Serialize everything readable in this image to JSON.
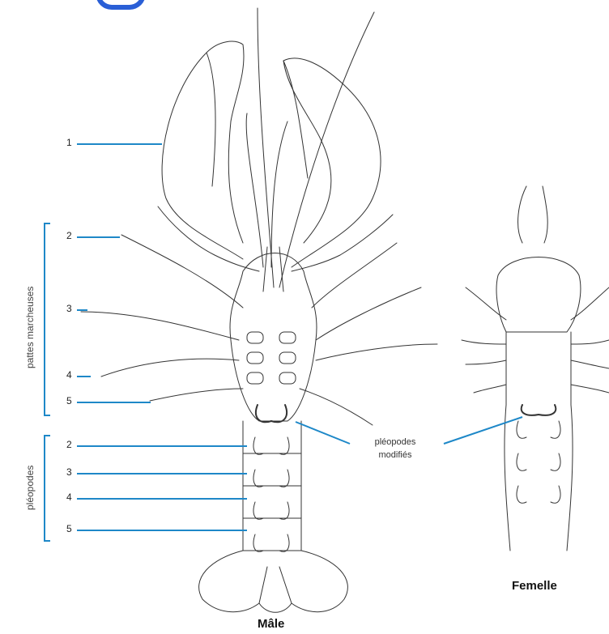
{
  "labels": {
    "left_numbers": [
      "1",
      "2",
      "3",
      "4",
      "5"
    ],
    "pleopod_numbers": [
      "2",
      "3",
      "4",
      "5"
    ],
    "group_walking_legs": "pattes marcheuses",
    "group_pleopods": "pléopodes",
    "callout": {
      "line1": "pléopodes",
      "line2": "modifiés"
    },
    "male_caption": "Mâle",
    "female_caption": "Femelle"
  },
  "colors": {
    "leader_line": "#1e88c8",
    "drawing_stroke": "#333333",
    "top_mark": "#2a5fd6"
  }
}
